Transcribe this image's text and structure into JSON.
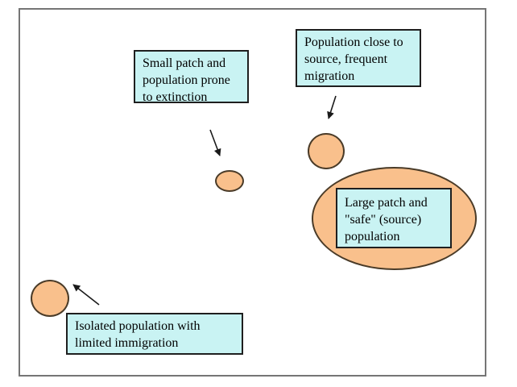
{
  "diagram": {
    "colors": {
      "patch_fill": "#f9c08c",
      "patch_border": "#4a3b28",
      "label_fill": "#c9f3f3",
      "label_border": "#1f1f1f",
      "frame_border": "#757575",
      "arrow": "#1a1a1a",
      "text": "#000000"
    },
    "labels": {
      "small_patch": {
        "lines": [
          "Small patch and",
          "population prone",
          "to extinction"
        ]
      },
      "close_to_source": {
        "lines": [
          "Population close to",
          "source, frequent",
          "migration"
        ]
      },
      "large_patch": {
        "lines": [
          "Large patch and",
          "\"safe\" (source)",
          "population"
        ]
      },
      "isolated": {
        "lines": [
          "Isolated population with",
          "limited immigration"
        ]
      }
    },
    "patches": [
      {
        "name": "small-patch"
      },
      {
        "name": "patch-near-source"
      },
      {
        "name": "large-source-patch"
      },
      {
        "name": "isolated-patch"
      }
    ],
    "connections": [
      {
        "from": "label-small-patch",
        "to": "small-patch"
      },
      {
        "from": "label-close-to-source",
        "to": "patch-near-source"
      },
      {
        "from": "label-isolated",
        "to": "isolated-patch"
      }
    ]
  }
}
